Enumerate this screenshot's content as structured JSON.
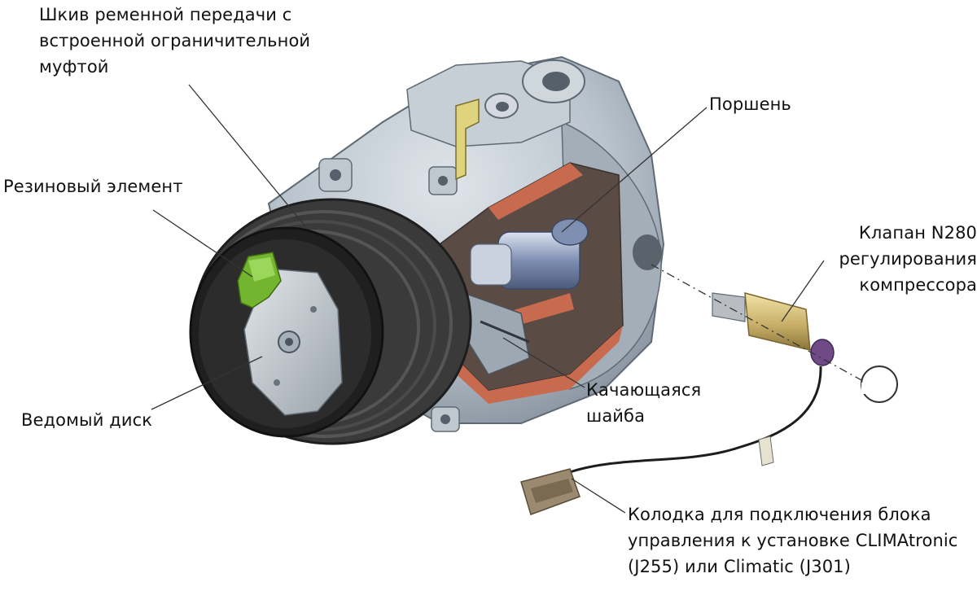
{
  "labels": {
    "pulley": "Шкив ременной передачи с\nвстроенной ограничительной\nмуфтой",
    "rubber": "Резиновый элемент",
    "disc": "Ведомый диск",
    "piston": "Поршень",
    "valve": "Клапан N280\nрегулирования\nкомпрессора",
    "swash": "Качающаяся\nшайба",
    "connector": "Колодка для подключения блока\nуправления к установке CLIMAtronic\n(J255) или Climatic (J301)"
  },
  "colors": {
    "housing": "#b9c3cc",
    "housing_dark": "#7c8791",
    "cutaway": "#c86a4e",
    "piston": "#7f8fb2",
    "rubber": "#73b52e",
    "valve_body": "#c9b06a",
    "valve_cap": "#6f4a86",
    "bracket": "#e0d37e",
    "pulley": "#2d2d2d"
  }
}
